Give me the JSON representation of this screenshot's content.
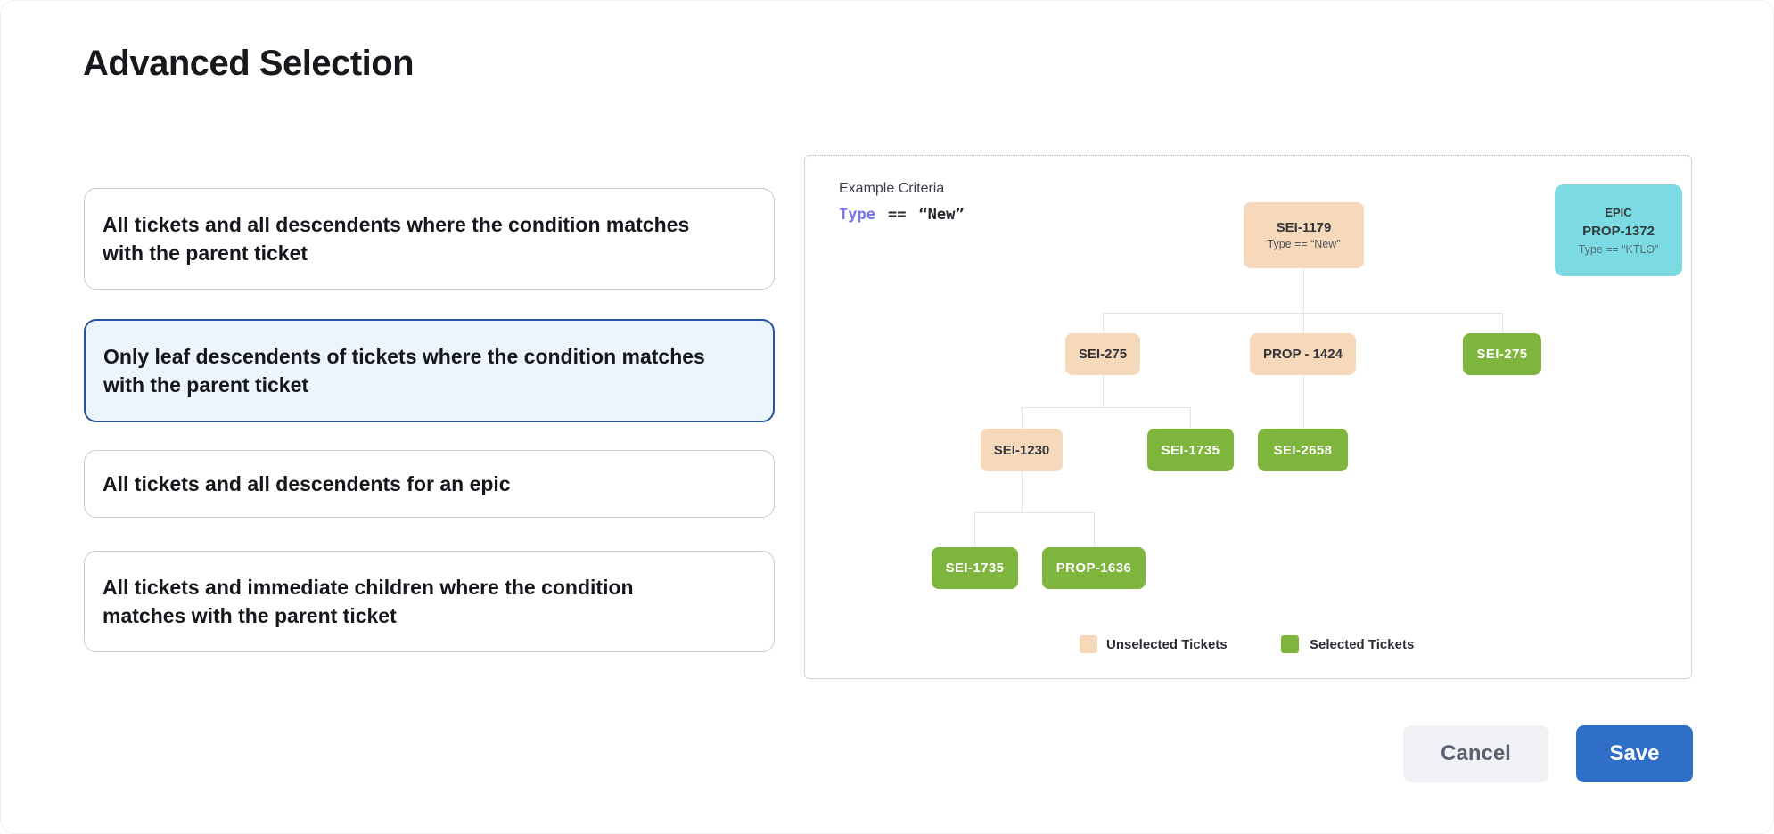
{
  "title": "Advanced Selection",
  "options": [
    {
      "label": "All tickets and all descendents where the condition matches with the parent ticket",
      "selected": false
    },
    {
      "label": "Only leaf descendents of tickets where the condition matches with the parent ticket",
      "selected": true
    },
    {
      "label": "All tickets and all descendents for an epic",
      "selected": false
    },
    {
      "label": "All tickets and immediate children where the condition matches with the parent ticket",
      "selected": false
    }
  ],
  "diagram": {
    "criteria": {
      "heading": "Example Criteria",
      "field": "Type",
      "operator": "==",
      "value": "“New”"
    },
    "epic": {
      "title": "EPIC",
      "label": "PROP-1372",
      "condition": "Type == “KTLO”"
    },
    "nodes": [
      {
        "label": "SEI-1179",
        "condition": "Type == “New”",
        "state": "unselected"
      },
      {
        "label": "SEI-275",
        "state": "unselected"
      },
      {
        "label": "PROP - 1424",
        "state": "unselected"
      },
      {
        "label": "SEI-275",
        "state": "selected"
      },
      {
        "label": "SEI-1230",
        "state": "unselected"
      },
      {
        "label": "SEI-1735",
        "state": "selected"
      },
      {
        "label": "SEI-2658",
        "state": "selected"
      },
      {
        "label": "SEI-1735",
        "state": "selected"
      },
      {
        "label": "PROP-1636",
        "state": "selected"
      }
    ],
    "legend": [
      {
        "label": "Unselected Tickets",
        "color": "#f6d8ba"
      },
      {
        "label": "Selected Tickets",
        "color": "#7eb53c"
      }
    ]
  },
  "footer": {
    "cancel_label": "Cancel",
    "save_label": "Save"
  },
  "colors": {
    "accent_blue": "#306fc8",
    "selected_card_border": "#28549f",
    "selected_card_bg": "#ecf5fb",
    "unselected_ticket": "#f6d8ba",
    "selected_ticket": "#7eb53c",
    "epic_box": "#7cdbe2",
    "criteria_field": "#7577ea"
  }
}
